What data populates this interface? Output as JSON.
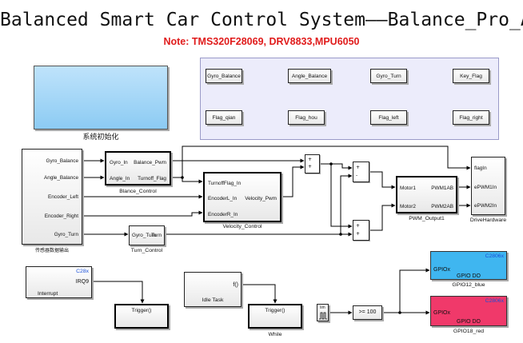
{
  "title": "Balanced Smart Car Control System——Balance_Pro_APP",
  "note": "Note: TMS320F28069, DRV8833,MPU6050",
  "init_block": {
    "caption": "系统初始化"
  },
  "flag_panel": {
    "labels": [
      "Gyro_Balance",
      "Angle_Balance",
      "Gyro_Turn",
      "Key_Flag",
      "Flag_qian",
      "Flag_hou",
      "Flag_left",
      "Flag_right"
    ]
  },
  "sensor_block": {
    "caption": "传感器数据输出",
    "ports": [
      "Gyro_Balance",
      "Angle_Balance",
      "Encoder_Left",
      "Encoder_Right",
      "Gyro_Turn"
    ]
  },
  "balance_control": {
    "caption": "Blance_Control",
    "inputs": [
      "Gyro_In",
      "Angle_In"
    ],
    "outputs": [
      "Balance_Pwm",
      "Turnoff_Flag"
    ]
  },
  "velocity_control": {
    "caption": "Velocity_Control",
    "inputs": [
      "TurnoffFlag_In",
      "EncoderL_In",
      "EncoderR_In"
    ],
    "output": "Velocity_Pwm"
  },
  "turn_control": {
    "caption": "Turn_Control",
    "input": "Gyro_Turn",
    "output": "Turn"
  },
  "pwm_output": {
    "caption": "PWM_Output1",
    "inputs": [
      "Motor1",
      "Motor2"
    ],
    "outputs": [
      "PWM1AB",
      "PWM2AB"
    ]
  },
  "drive_hardware": {
    "caption": "DriveHardware",
    "inputs": [
      "flagIn",
      "ePWM1In",
      "ePWM2In"
    ]
  },
  "sum_signs": {
    "plus": "+",
    "minus": "-"
  },
  "interrupt_block": {
    "caption": "Interrupt",
    "tag": "C28x",
    "port": "IRQ9"
  },
  "trigger1": {
    "label": "Trigger()"
  },
  "idle_block": {
    "caption": "Idle Task",
    "port": "f()"
  },
  "trigger2": {
    "label": "Trigger()",
    "caption": "While"
  },
  "limit_block": {
    "label": "lim"
  },
  "compare_block": {
    "label": ">= 100"
  },
  "gpio12": {
    "tag": "C2806x",
    "port": "GPIOx",
    "label": "GPIO DO",
    "caption": "GPIO12_blue",
    "color": "#3fb6f0"
  },
  "gpio18": {
    "tag": "C2806x",
    "port": "GPIOx",
    "label": "GPIO DO",
    "caption": "GPIO18_red",
    "color": "#f0396a"
  }
}
